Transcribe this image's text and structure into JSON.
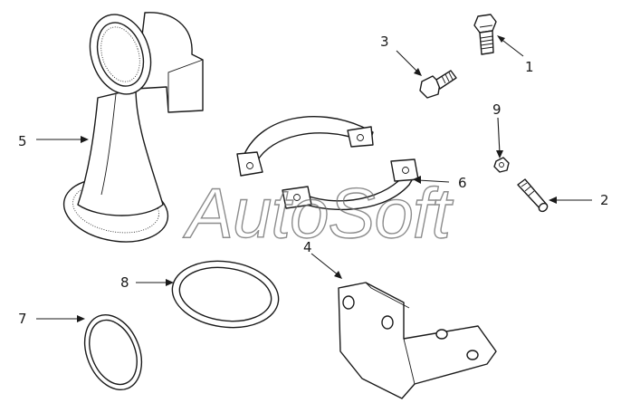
{
  "watermark": "AutoSoft",
  "callouts": {
    "c1": "1",
    "c2": "2",
    "c3": "3",
    "c4": "4",
    "c5": "5",
    "c6": "6",
    "c7": "7",
    "c8": "8",
    "c9": "9"
  },
  "colors": {
    "line": "#1a1a1a",
    "watermark": "#666666",
    "background": "#ffffff"
  }
}
